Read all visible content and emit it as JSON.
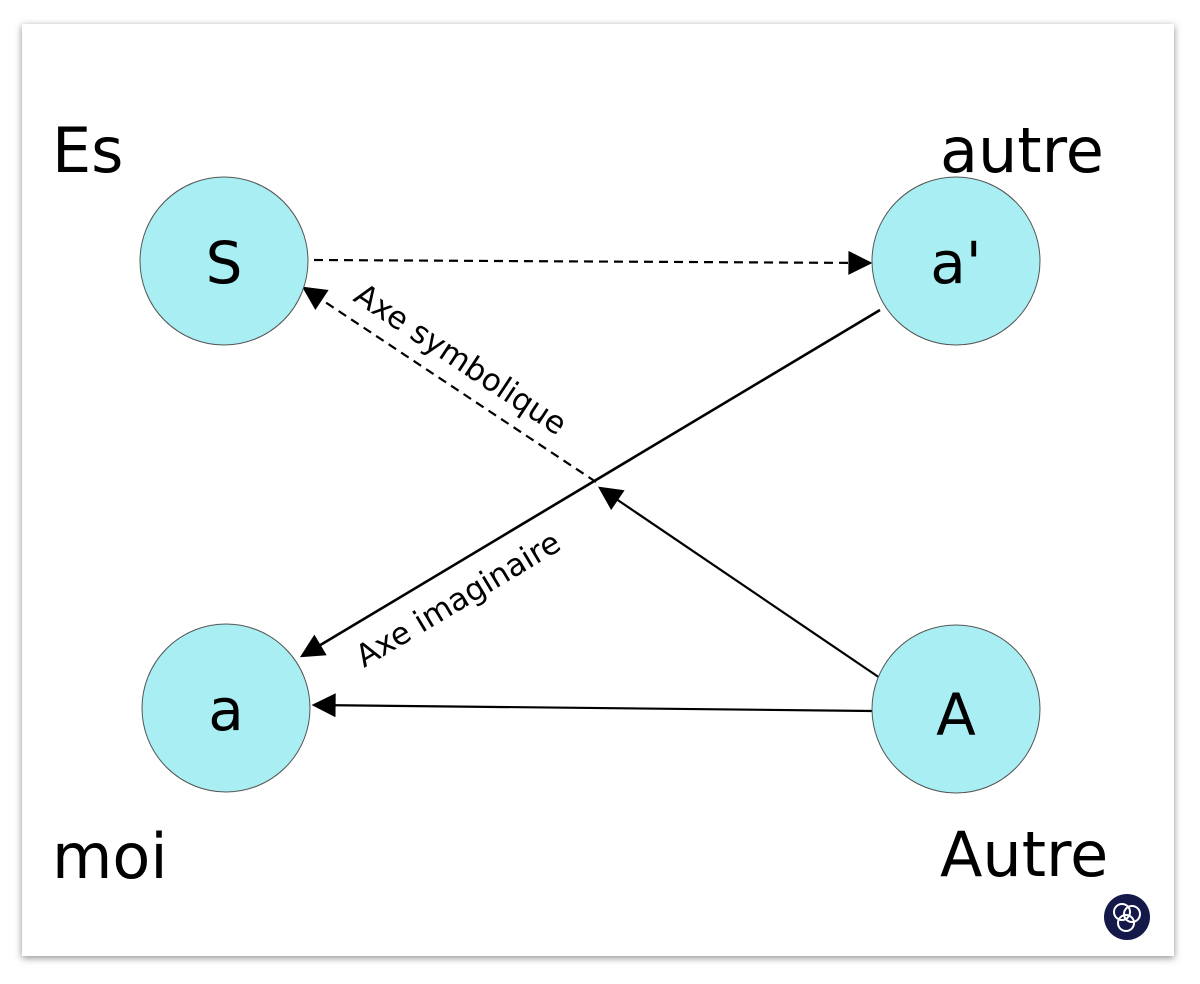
{
  "labels": {
    "top_left": "Es",
    "top_right": "autre",
    "bottom_left": "moi",
    "bottom_right": "Autre"
  },
  "nodes": {
    "S": "S",
    "a_prime": "a'",
    "a": "a",
    "A": "A"
  },
  "axes": {
    "symbolic": "Axe symbolique",
    "imaginary": "Axe imaginaire"
  },
  "colors": {
    "node_fill": "#a8eef2",
    "logo_bg": "#14194a",
    "line": "#000000"
  },
  "logo_icon": "interlinked-rings-icon"
}
